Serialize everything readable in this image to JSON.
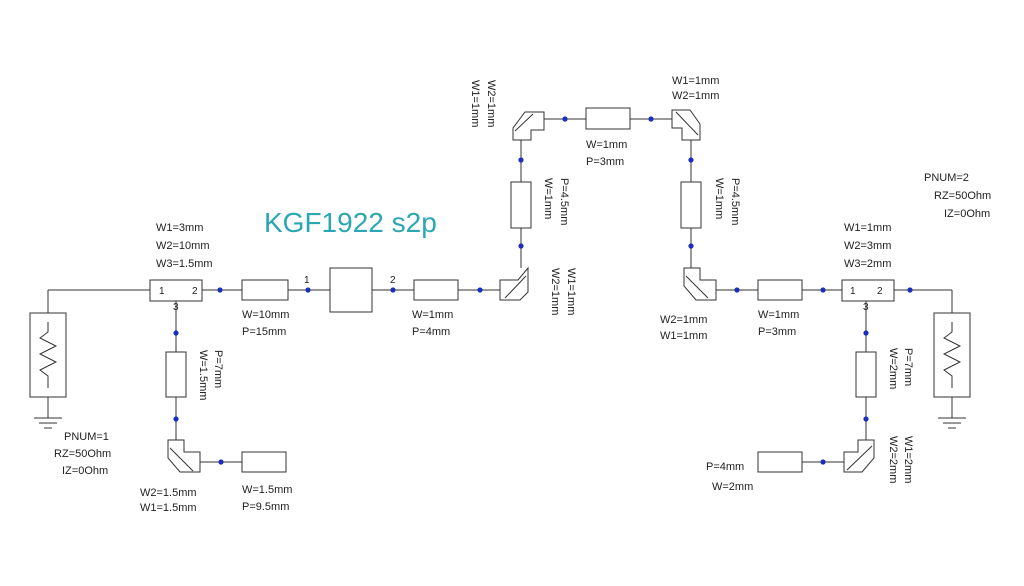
{
  "title": "KGF1922 s2p",
  "colors": {
    "title": "#2aa7b2",
    "node": "#1a2fbf",
    "wire": "#333333"
  },
  "ports": {
    "p1": {
      "pnum": "PNUM=1",
      "rz": "RZ=50Ohm",
      "iz": "IZ=0Ohm"
    },
    "p2": {
      "pnum": "PNUM=2",
      "rz": "RZ=50Ohm",
      "iz": "IZ=0Ohm"
    }
  },
  "tee_left": {
    "w1": "W1=3mm",
    "w2": "W2=10mm",
    "w3": "W3=1.5mm",
    "pin1": "1",
    "pin2": "2",
    "pin3": "3"
  },
  "tee_right": {
    "w1": "W1=1mm",
    "w2": "W2=3mm",
    "w3": "W3=2mm",
    "pin1": "1",
    "pin2": "2",
    "pin3": "3"
  },
  "s2p_block": {
    "pin1": "1",
    "pin2": "2"
  },
  "lines": {
    "l_w10": {
      "w": "W=10mm",
      "p": "P=15mm"
    },
    "l_w1_p4": {
      "w": "W=1mm",
      "p": "P=4mm"
    },
    "l_stub_left": {
      "w": "W=1.5mm",
      "p": "P=7mm"
    },
    "l_stub_left_end": {
      "w": "W=1.5mm",
      "p": "P=9.5mm"
    },
    "l_up_left": {
      "w": "W=1mm",
      "p": "P=4.5mm"
    },
    "l_top": {
      "w": "W=1mm",
      "p": "P=3mm"
    },
    "l_up_right": {
      "w": "W=1mm",
      "p": "P=4.5mm"
    },
    "l_right_p3": {
      "w": "W=1mm",
      "p": "P=3mm"
    },
    "l_stub_right": {
      "w": "W=2mm",
      "p": "P=7mm"
    },
    "l_stub_right_end": {
      "p": "P=4mm",
      "w": "W=2mm"
    }
  },
  "bends": {
    "b_left_stub": {
      "w2": "W2=1.5mm",
      "w1": "W1=1.5mm"
    },
    "b_mid_low": {
      "w2": "W2=1mm",
      "w1": "W1=1mm"
    },
    "b_top_left": {
      "w2": "W2=1mm",
      "w1": "W1=1mm"
    },
    "b_top_right": {
      "w1": "W1=1mm",
      "w2": "W2=1mm"
    },
    "b_right_low": {
      "w2": "W2=1mm",
      "w1": "W1=1mm"
    },
    "b_right_stub": {
      "w2": "W2=2mm",
      "w1": "W1=2mm"
    }
  }
}
